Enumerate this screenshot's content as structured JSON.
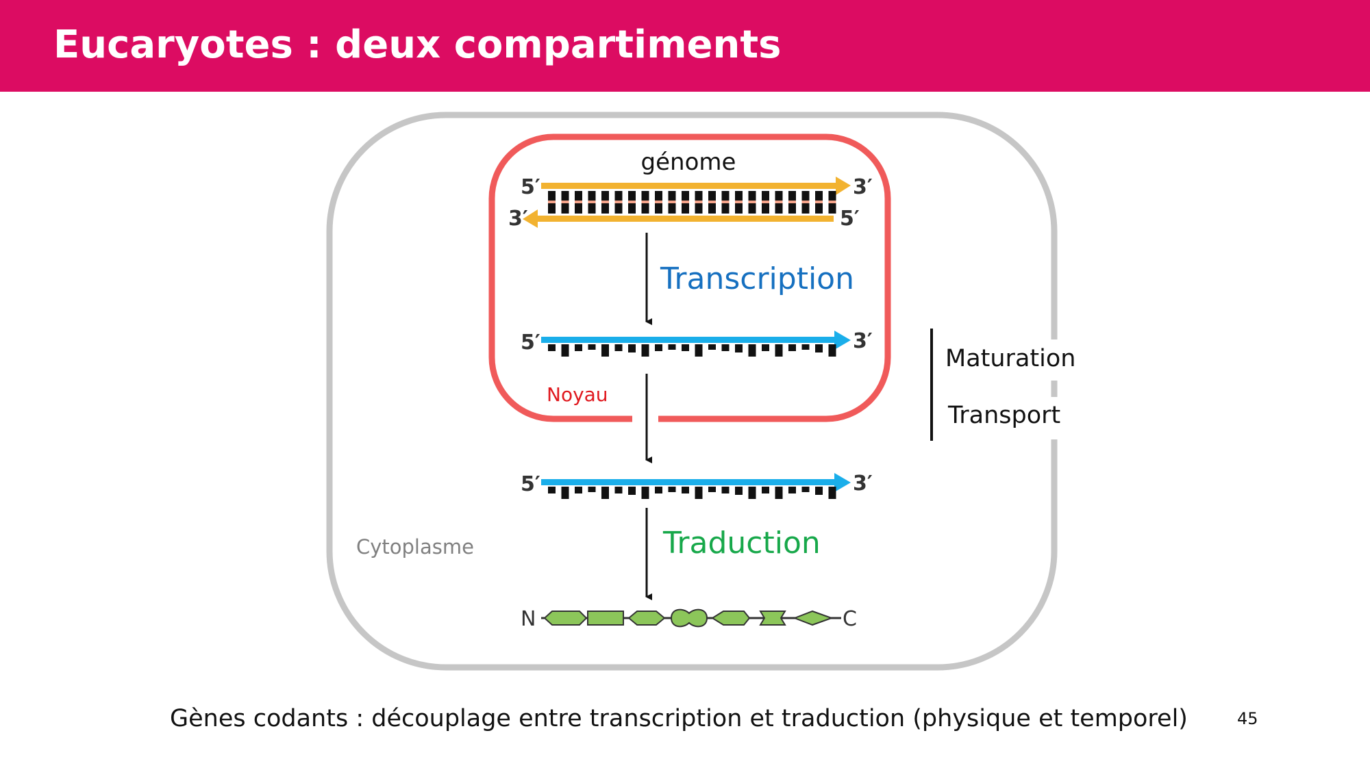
{
  "slide": {
    "title": "Eucaryotes : deux compartiments",
    "footnote": "Gènes codants : découplage entre transcription et traduction (physique et temporel)",
    "page_number": "45"
  },
  "diagram": {
    "genome_label": "génome",
    "prime_5": "5′",
    "prime_3": "3′",
    "transcription_label": "Transcription",
    "translation_label": "Traduction",
    "nucleus_label": "Noyau",
    "cytoplasm_label": "Cytoplasme",
    "maturation_label": "Maturation",
    "transport_label": "Transport",
    "protein_n_label": "N",
    "protein_c_label": "C"
  },
  "colors": {
    "header": "#dc0c62",
    "dna_strand": "#f2b230",
    "rna_strand": "#1aaeea",
    "nucleus": "#f05a5a",
    "cell": "#c6c6c6",
    "transcription": "#1670c0",
    "translation": "#17a84a",
    "nucleus_label": "#e0191f",
    "cytoplasm_label": "#808080",
    "protein": "#8cc65a"
  }
}
